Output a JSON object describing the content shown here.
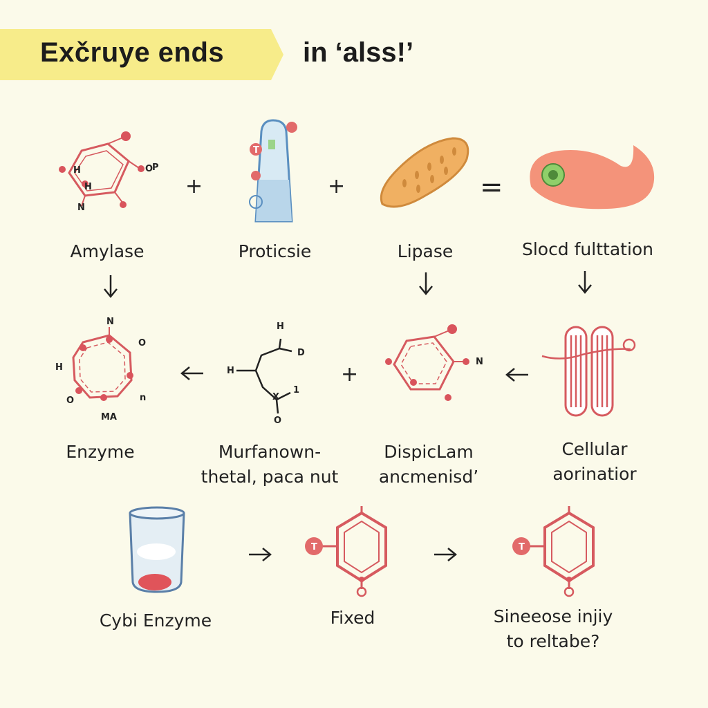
{
  "header": {
    "title": "Exčruye ends",
    "subtitle": "in ‘alss!’",
    "banner_color": "#f7ec8a"
  },
  "row1": {
    "labels": [
      "Amylase",
      "Proticsie",
      "Lipase",
      "Slocd fulttation"
    ],
    "operators": [
      "+",
      "+",
      "="
    ]
  },
  "row2": {
    "labels": [
      {
        "line1": "Enzyme",
        "line2": ""
      },
      {
        "line1": "Murfanown-",
        "line2": "thetal, paca nut"
      },
      {
        "line1": "DispicLam",
        "line2": "ancmenisd’"
      },
      {
        "line1": "Cellular",
        "line2": "aorinatior"
      }
    ],
    "operators": [
      "←",
      "+",
      "←"
    ]
  },
  "row3": {
    "labels": [
      {
        "line1": "Cybi Enzyme",
        "line2": ""
      },
      {
        "line1": "Fixed",
        "line2": ""
      },
      {
        "line1": "Sineeose injiy",
        "line2": "to reltabe?"
      }
    ],
    "operators": [
      "→",
      "→"
    ]
  },
  "atoms": {
    "amylase": [
      "H",
      "H",
      "O",
      "P",
      "N"
    ],
    "enzyme": [
      "N",
      "O",
      "H",
      "O",
      "n",
      "MA"
    ],
    "chain": [
      "H",
      "D",
      "H",
      "X",
      "1",
      "O"
    ],
    "lipase_mol": [
      "N"
    ],
    "flask_tag": "T",
    "ring_tag": "T"
  },
  "colors": {
    "accent": "#d9545c",
    "molecule": "#d65a5f",
    "flask_blue": "#cfe3ef",
    "potato": "#e8a25a",
    "cell": "#f4937a",
    "cell_nucleus": "#8fcf6a"
  }
}
